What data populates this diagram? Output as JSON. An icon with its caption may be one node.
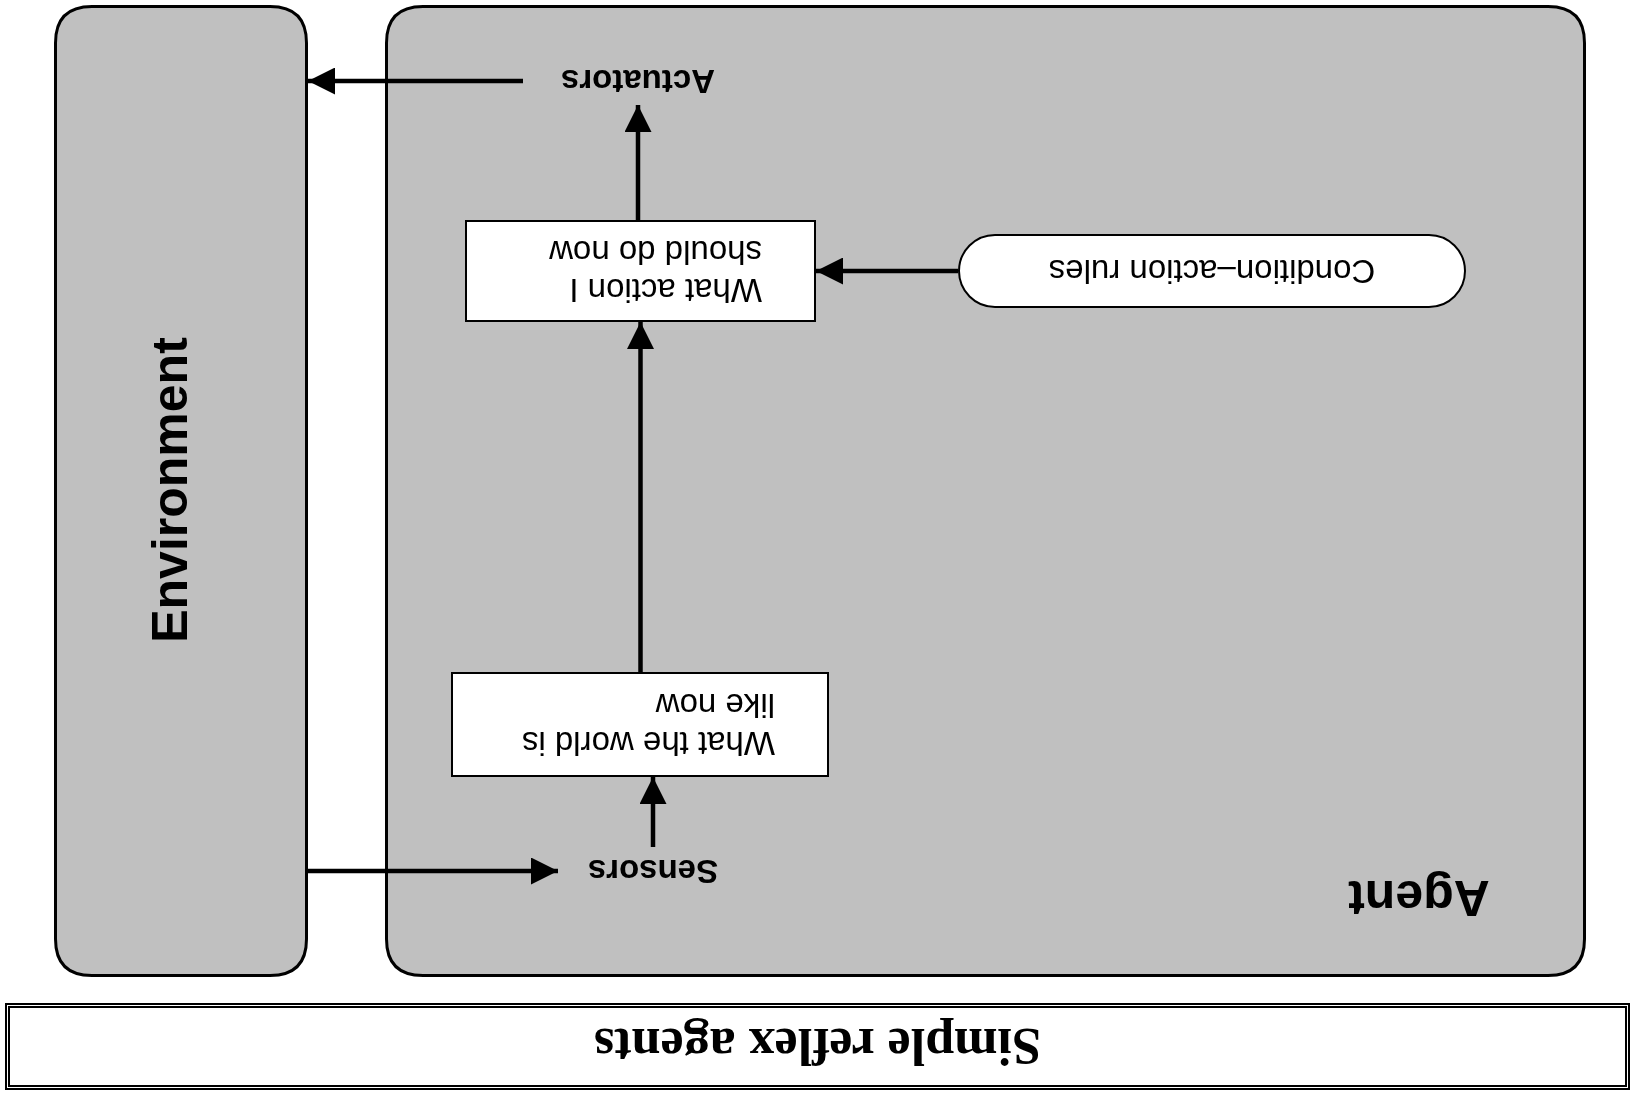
{
  "diagram": {
    "title": "Simple reflex agents",
    "nodes": [
      {
        "text": [
          "Environment"
        ]
      },
      {
        "text": [
          "Agent"
        ]
      },
      {
        "text": [
          "Sensors"
        ],
        "in": 1
      },
      {
        "text": [
          "What the world is like now"
        ],
        "in": 1
      },
      {
        "text": [
          "What action I should do now"
        ],
        "in": 1
      },
      {
        "text": [
          "Condition–action rules"
        ],
        "in": 1
      },
      {
        "text": [
          "Actuators"
        ],
        "in": 1
      }
    ],
    "edges": [
      {
        "from": 0,
        "to": 2,
        "arrow": "to"
      },
      {
        "from": 2,
        "to": 3,
        "arrow": "to"
      },
      {
        "from": 3,
        "to": 4,
        "arrow": "to"
      },
      {
        "from": 5,
        "to": 4,
        "arrow": "to"
      },
      {
        "from": 4,
        "to": 6,
        "arrow": "to"
      },
      {
        "from": 6,
        "to": 0,
        "arrow": "to"
      }
    ]
  }
}
